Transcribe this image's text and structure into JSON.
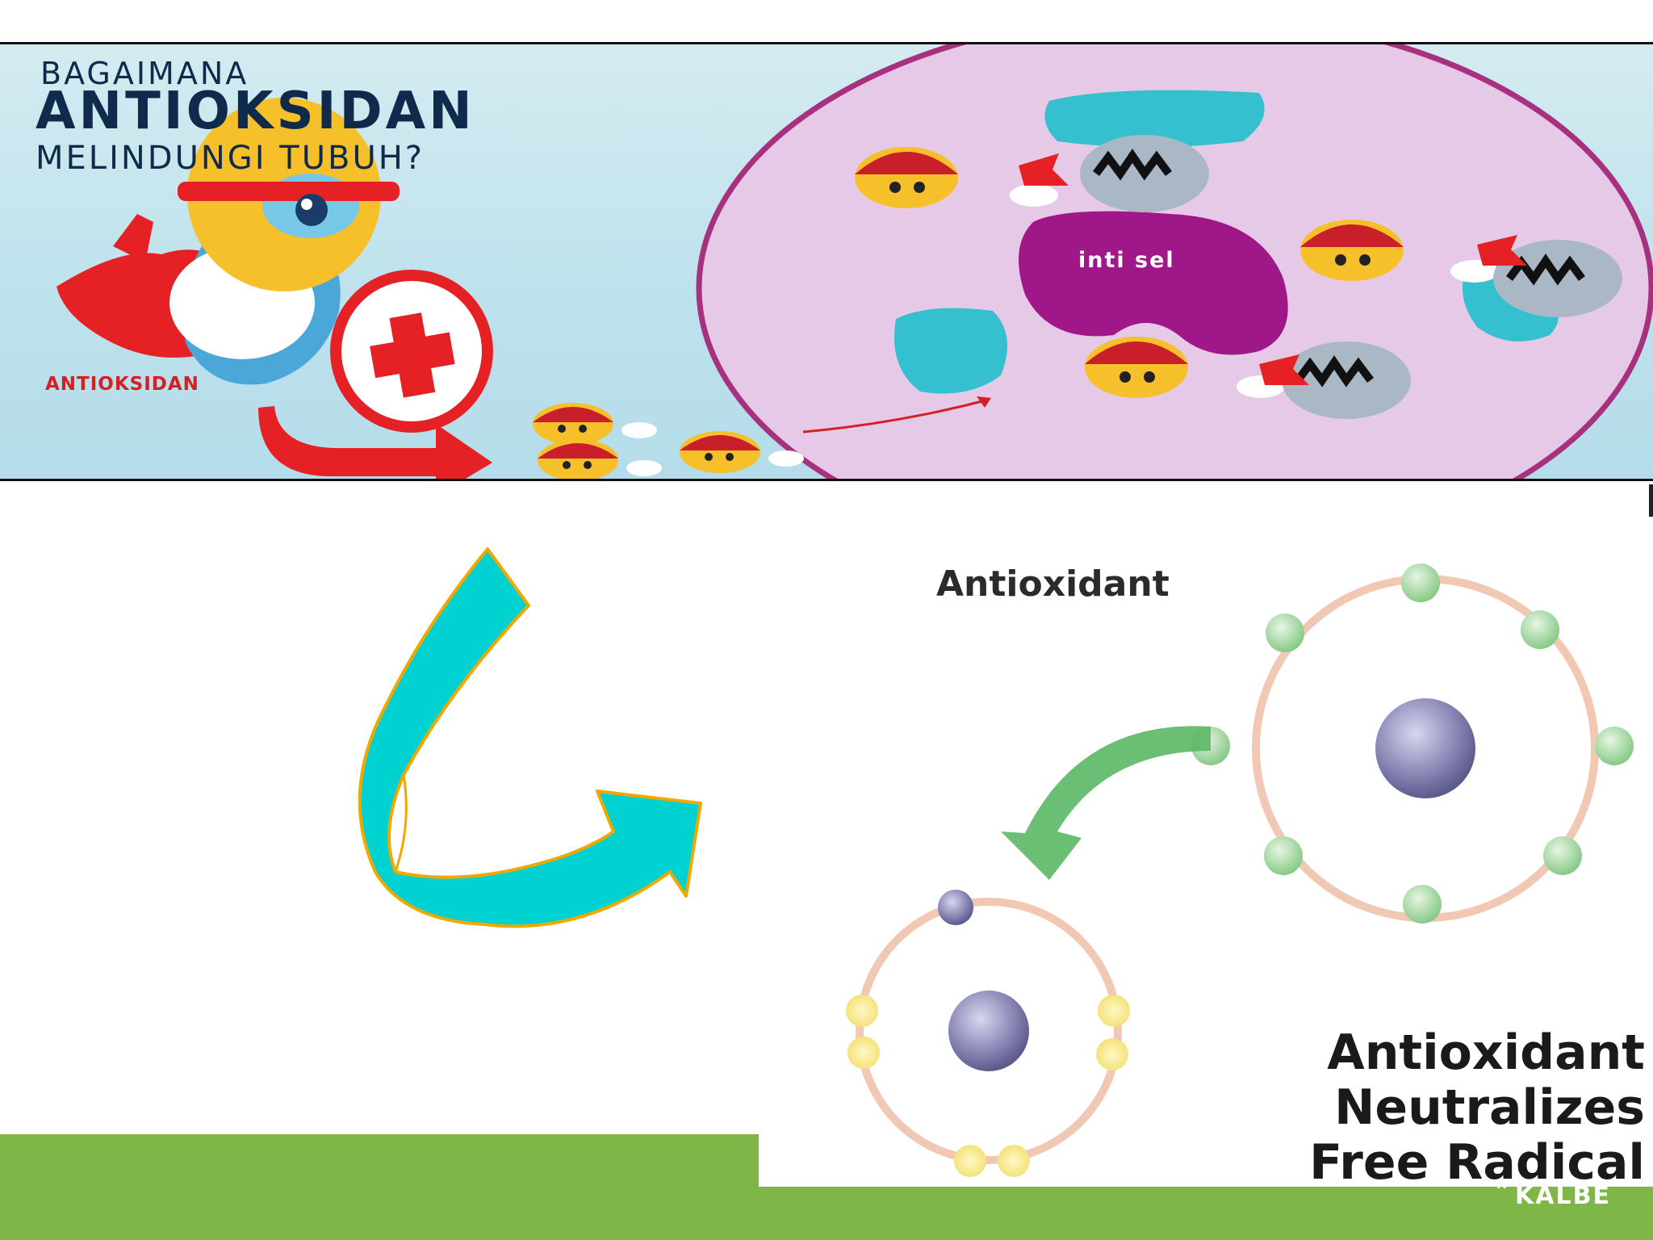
{
  "banner": {
    "title_line1": "BAGAIMANA",
    "title_line2": "ANTIOKSIDAN",
    "title_line3": "MELINDUNGI TUBUH?",
    "mascot_label": "ANTIOKSIDAN",
    "nucleus_label": "inti sel"
  },
  "diagram": {
    "label": "Antioxidant",
    "caption_lines": [
      "Antioxidant",
      "Neutralizes",
      "Free Radical"
    ]
  },
  "logo": {
    "text": "KALBE"
  },
  "colors": {
    "green_bar": "#7fb648",
    "arrow_fill": "#00d2d2",
    "arrow_outline": "#f0a800",
    "cell": "#e6c9e6",
    "cell_border": "#a8317f",
    "nucleus": "#a0178a"
  }
}
